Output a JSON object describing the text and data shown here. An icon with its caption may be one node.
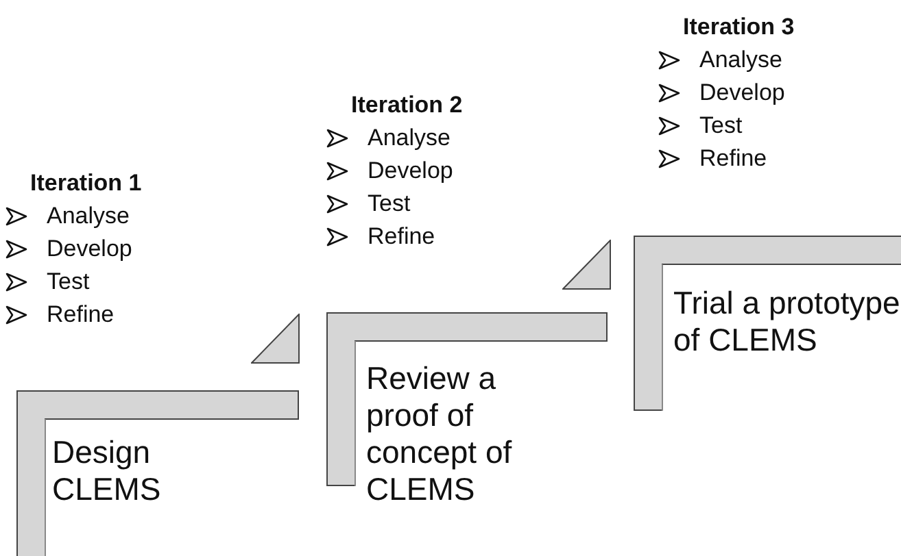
{
  "diagram": {
    "nodes": [
      {
        "text": [
          "Design CLEMS"
        ]
      },
      {
        "text": [
          "Review a proof of concept of CLEMS"
        ]
      },
      {
        "text": [
          "Trial a prototype of CLEMS"
        ]
      }
    ],
    "labels": [
      "Iteration 3",
      "Analyse",
      "Develop",
      "Test",
      "Refine",
      "Iteration 2",
      "Analyse",
      "Develop",
      "Test",
      "Refine",
      "Iteration 1",
      "Analyse",
      "Develop",
      "Test",
      "Refine"
    ]
  }
}
